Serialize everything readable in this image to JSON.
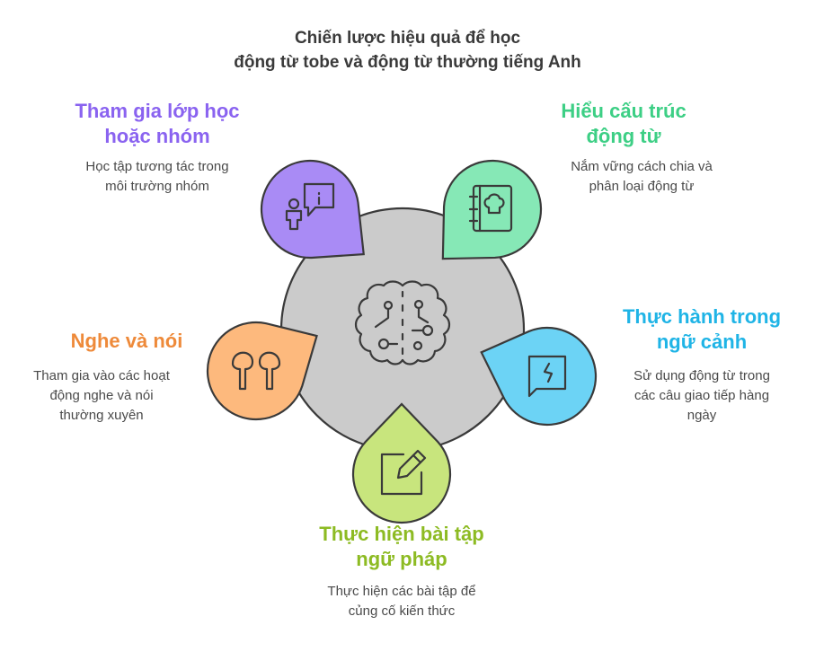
{
  "title": {
    "line1": "Chiến lược hiệu quả để học",
    "line2": "động từ tobe và động từ thường tiếng Anh"
  },
  "center": {
    "icon": "brain-icon"
  },
  "items": [
    {
      "id": "group",
      "label_lines": [
        "Tham gia lớp học",
        "hoặc nhóm"
      ],
      "desc_lines": [
        "Học tập tương tác trong",
        "môi trường nhóm"
      ],
      "color": "#A98BF5",
      "text_color": "#8A63F0",
      "icon": "speaker-info-icon"
    },
    {
      "id": "structure",
      "label_lines": [
        "Hiểu cấu trúc",
        "động từ"
      ],
      "desc_lines": [
        "Nắm vững cách chia và",
        "phân loại động từ"
      ],
      "color": "#86E8B6",
      "text_color": "#3DCF85",
      "icon": "notebook-icon"
    },
    {
      "id": "context",
      "label_lines": [
        "Thực hành trong",
        "ngữ cảnh"
      ],
      "desc_lines": [
        "Sử dụng động từ trong",
        "các câu giao tiếp hàng",
        "ngày"
      ],
      "color": "#6CD3F5",
      "text_color": "#1FB4E6",
      "icon": "chat-bubble-icon"
    },
    {
      "id": "exercise",
      "label_lines": [
        "Thực hiện bài tập",
        "ngữ pháp"
      ],
      "desc_lines": [
        "Thực hiện các bài tập để",
        "củng cố kiến thức"
      ],
      "color": "#C8E57D",
      "text_color": "#8DBB23",
      "icon": "pencil-square-icon"
    },
    {
      "id": "listen",
      "label_lines": [
        "Nghe và nói"
      ],
      "desc_lines": [
        "Tham gia vào các hoạt",
        "động nghe và nói",
        "thường xuyên"
      ],
      "color": "#FDB97D",
      "text_color": "#EE8A3A",
      "icon": "earbuds-icon"
    }
  ]
}
